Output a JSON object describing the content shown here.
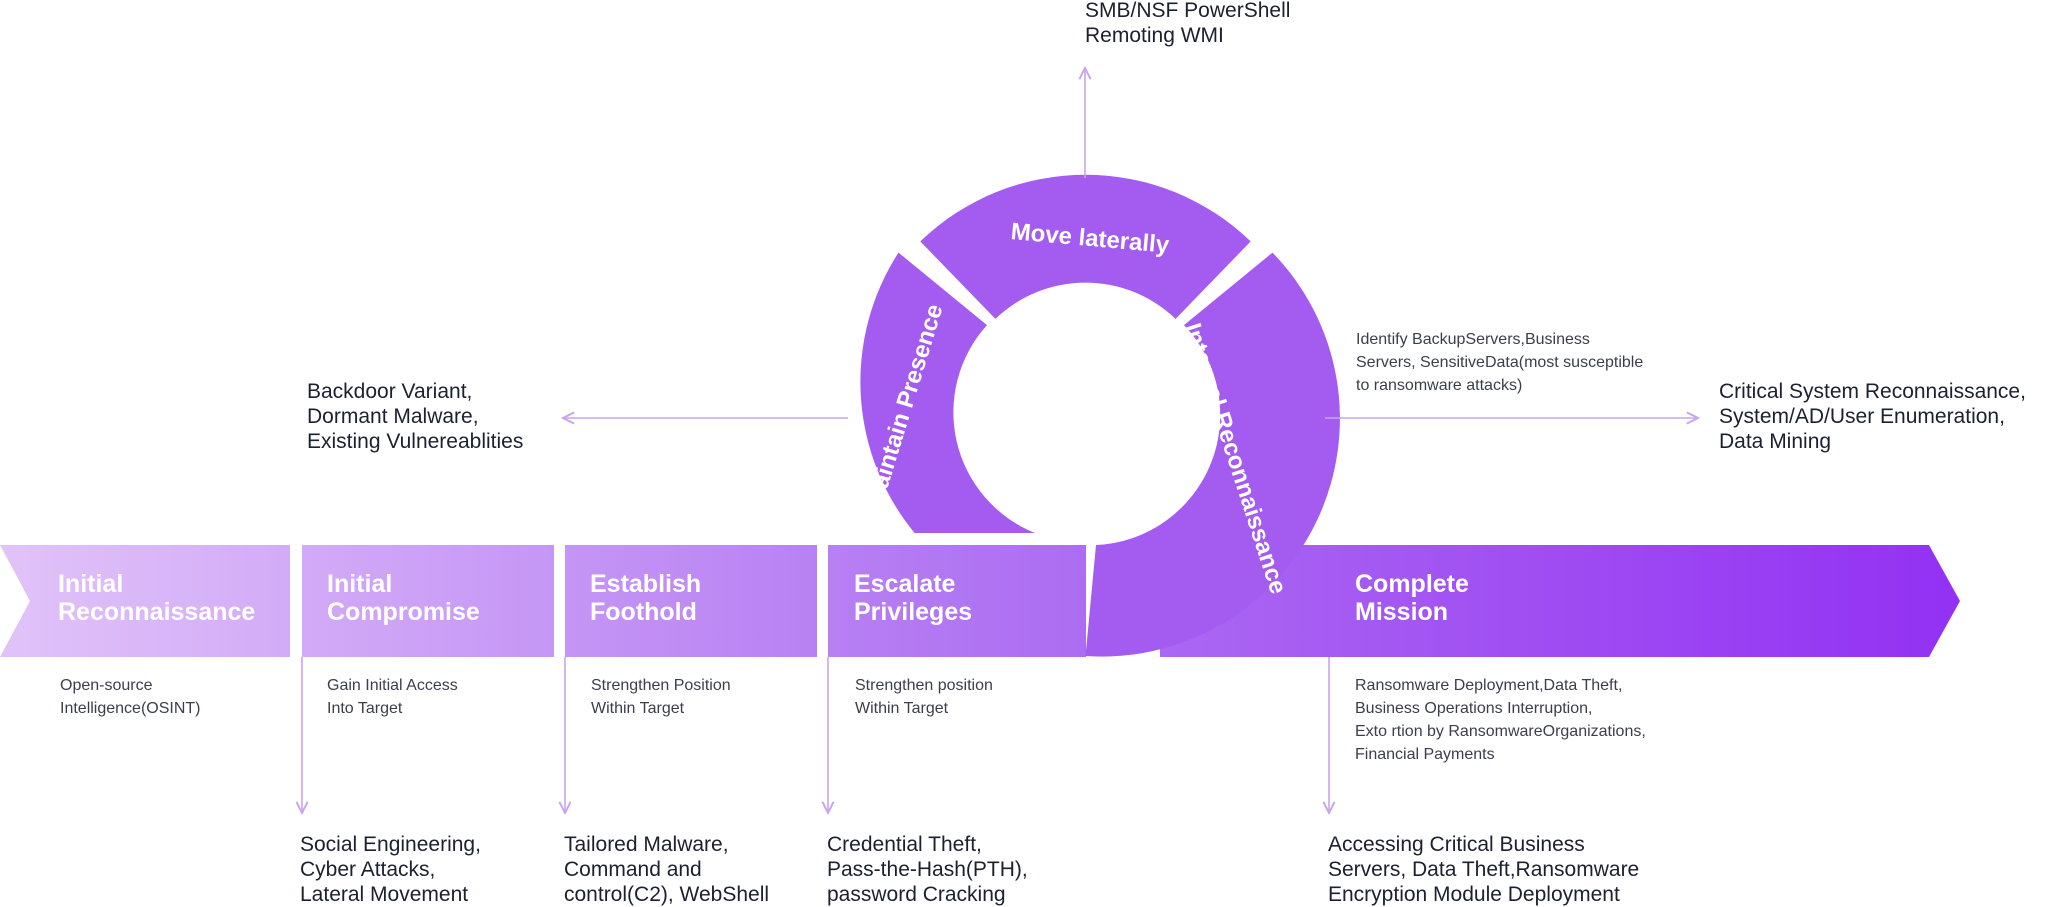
{
  "colors": {
    "gradient_start": "#e1c3f9",
    "gradient_mid": "#b074f2",
    "gradient_end": "#9331f3",
    "ring": "#a45cf0",
    "arrow": "#c9a4ef"
  },
  "stages": [
    {
      "title": "Initial\nReconnaissance",
      "desc": "Open-source\nIntelligence(OSINT)",
      "outcome": ""
    },
    {
      "title": "Initial\nCompromise",
      "desc": "Gain Initial Access\nInto Target",
      "outcome": "Social Engineering,\nCyber Attacks,\nLateral Movement"
    },
    {
      "title": "Establish\nFoothold",
      "desc": "Strengthen Position\nWithin Target",
      "outcome": "Tailored Malware,\nCommand and\ncontrol(C2), WebShell"
    },
    {
      "title": "Escalate\nPrivileges",
      "desc": "Strengthen position\nWithin Target",
      "outcome": "Credential Theft,\nPass-the-Hash(PTH),\npassword Cracking"
    },
    {
      "title": "Complete\nMission",
      "desc": "Ransomware Deployment,Data Theft,\nBusiness Operations Interruption,\nExto rtion by RansomwareOrganizations,\nFinancial Payments",
      "outcome": "Accessing Critical Business\nServers, Data Theft,Ransomware\nEncryption Module Deployment"
    }
  ],
  "cycle": {
    "move_laterally": "Move laterally",
    "maintain_presence": "Maintain Presence",
    "internal_recon": "Internal Reconnaissance",
    "move_outcome": "SMB/NSF PowerShell\nRemoting WMI",
    "maintain_outcome": "Backdoor Variant,\nDormant Malware,\nExisting Vulnereablities",
    "recon_desc": "Identify BackupServers,Business\nServers, SensitiveData(most susceptible\nto ransomware attacks)",
    "recon_outcome": "Critical System Reconnaissance,\nSystem/AD/User Enumeration,\nData Mining"
  }
}
